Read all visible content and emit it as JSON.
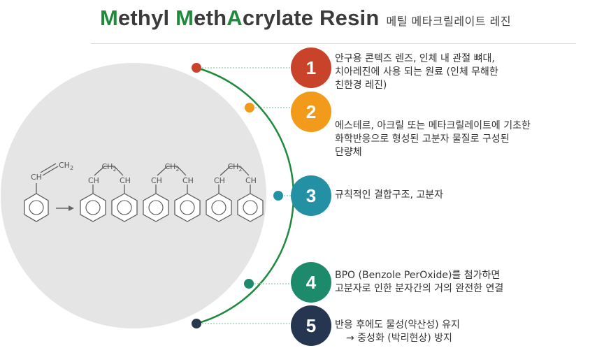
{
  "title": {
    "p1": "M",
    "p2": "ethyl ",
    "p3": "M",
    "p4": "eth",
    "p5": "A",
    "p6": "crylate Resin",
    "korean": "메틸 메타크릴레이트 레진"
  },
  "chemistry": {
    "monomer_ch": "CH",
    "monomer_ch2": "CH",
    "sub2": "2",
    "polymer_ch": "CH",
    "polymer_ch2": "CH"
  },
  "items": [
    {
      "number": "1",
      "color": "#c9422a",
      "lines": [
        "안구용 콘텍즈 렌즈, 인체 내 관절 뼈대,",
        "치아레진에 사용 되는 원료 (인체 무해한",
        "친한경 레진)"
      ]
    },
    {
      "number": "2",
      "color": "#f29a1a",
      "lines": [
        "에스테르, 아크릴 또는 메타크릴레이트에 기초한",
        "화학반응으로 형성된 고분자 물질로 구성된",
        "단량체"
      ]
    },
    {
      "number": "3",
      "color": "#2391a3",
      "lines": [
        "규칙적인 결합구조, 고분자"
      ]
    },
    {
      "number": "4",
      "color": "#1e8a6c",
      "lines": [
        "BPO (Benzole PerOxide)를 첨가하면",
        "고분자로 인한 분자간의 거의 완전한 연결"
      ]
    },
    {
      "number": "5",
      "color": "#263650",
      "lines": [
        "반응 후에도 물성(약산성) 유지",
        "→ 중성화 (박리현상) 방지"
      ]
    }
  ]
}
